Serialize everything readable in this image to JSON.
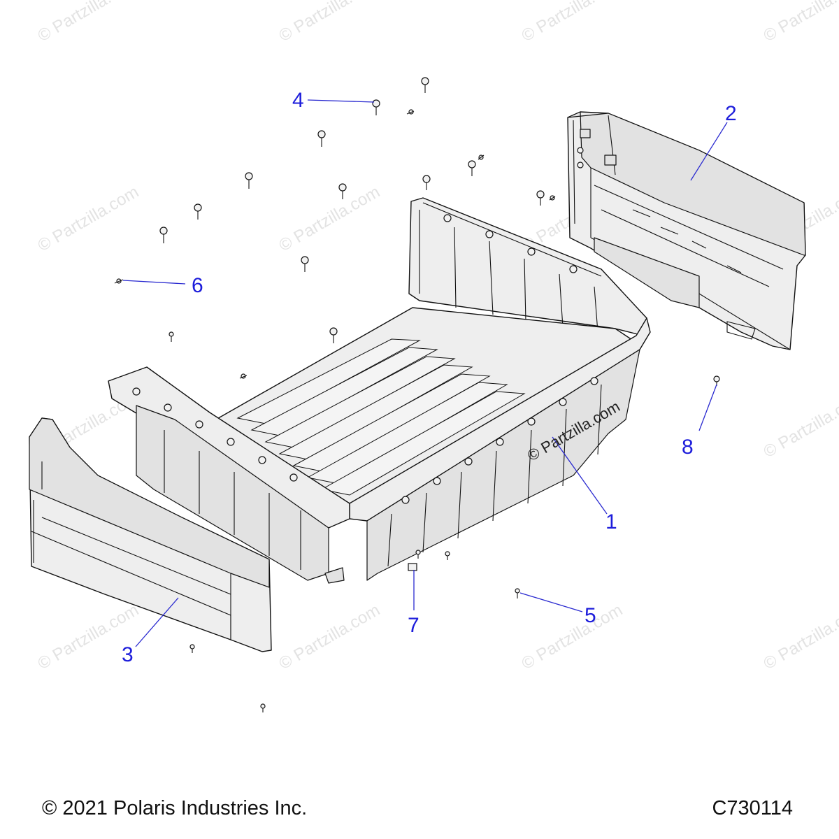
{
  "watermark": "© Partzilla.com",
  "callouts": [
    {
      "label": "1",
      "name": "callout-1"
    },
    {
      "label": "2",
      "name": "callout-2"
    },
    {
      "label": "3",
      "name": "callout-3"
    },
    {
      "label": "4",
      "name": "callout-4"
    },
    {
      "label": "5",
      "name": "callout-5"
    },
    {
      "label": "6",
      "name": "callout-6"
    },
    {
      "label": "7",
      "name": "callout-7"
    },
    {
      "label": "8",
      "name": "callout-8"
    }
  ],
  "footer": {
    "copyright": "© 2021 Polaris Industries Inc.",
    "diagram_id": "C730114"
  },
  "colors": {
    "callout": "#1d1ddb",
    "watermark": "#e3e3e3",
    "line": "#111111"
  }
}
